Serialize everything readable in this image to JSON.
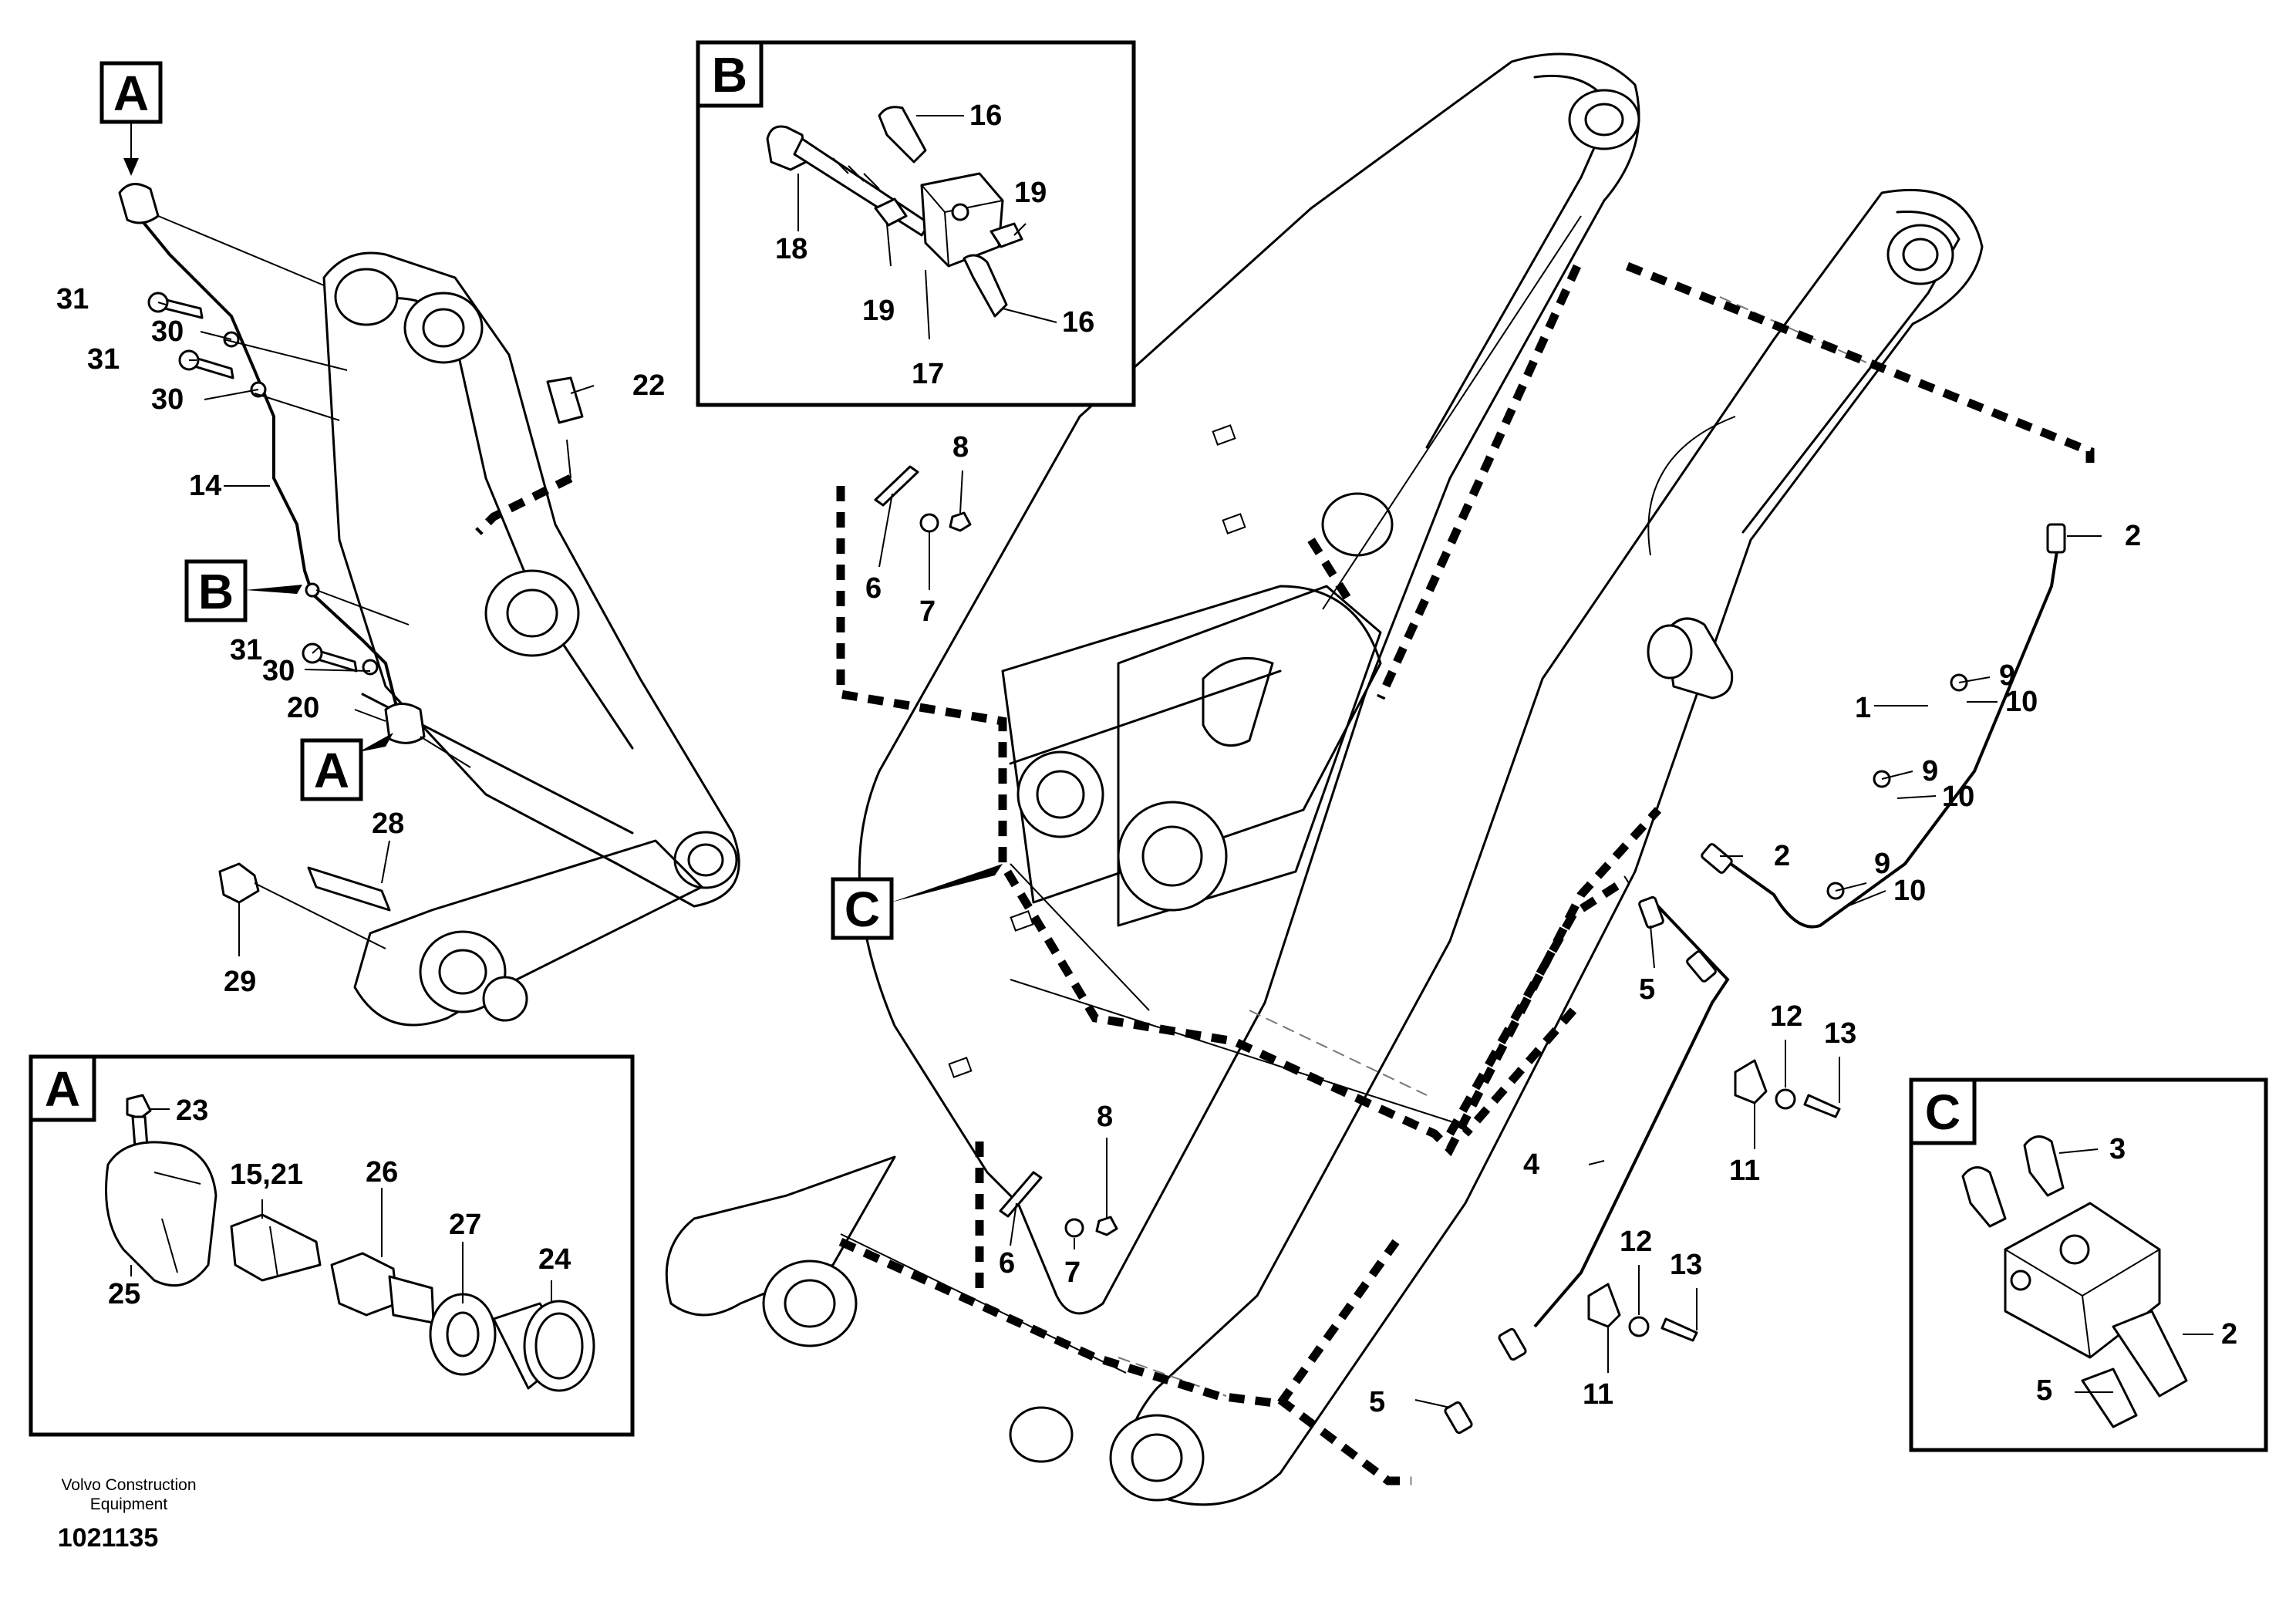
{
  "callouts": {
    "c1": "1",
    "c2a": "2",
    "c2b": "2",
    "c2c": "2",
    "c3": "3",
    "c4": "4",
    "c5a": "5",
    "c5b": "5",
    "c5c": "5",
    "c6a": "6",
    "c6b": "6",
    "c7a": "7",
    "c7b": "7",
    "c8a": "8",
    "c8b": "8",
    "c9a": "9",
    "c9b": "9",
    "c9c": "9",
    "c10a": "10",
    "c10b": "10",
    "c10c": "10",
    "c11a": "11",
    "c11b": "11",
    "c12a": "12",
    "c12b": "12",
    "c13a": "13",
    "c13b": "13",
    "c14": "14",
    "c15": "15,21",
    "c16a": "16",
    "c16b": "16",
    "c17": "17",
    "c18": "18",
    "c19a": "19",
    "c19b": "19",
    "c20": "20",
    "c22": "22",
    "c23": "23",
    "c24": "24",
    "c25": "25",
    "c26": "26",
    "c27": "27",
    "c28": "28",
    "c29": "29",
    "c30a": "30",
    "c30b": "30",
    "c30c": "30",
    "c31a": "31",
    "c31b": "31",
    "c31c": "31"
  },
  "view_labels": {
    "a_top": "A",
    "a_mid": "A",
    "b_mid": "B",
    "c_mid": "C",
    "a_box": "A",
    "b_box": "B",
    "c_box": "C"
  },
  "footer": {
    "maker_line1": "Volvo Construction",
    "maker_line2": "Equipment",
    "drawing_number": "1021135"
  }
}
